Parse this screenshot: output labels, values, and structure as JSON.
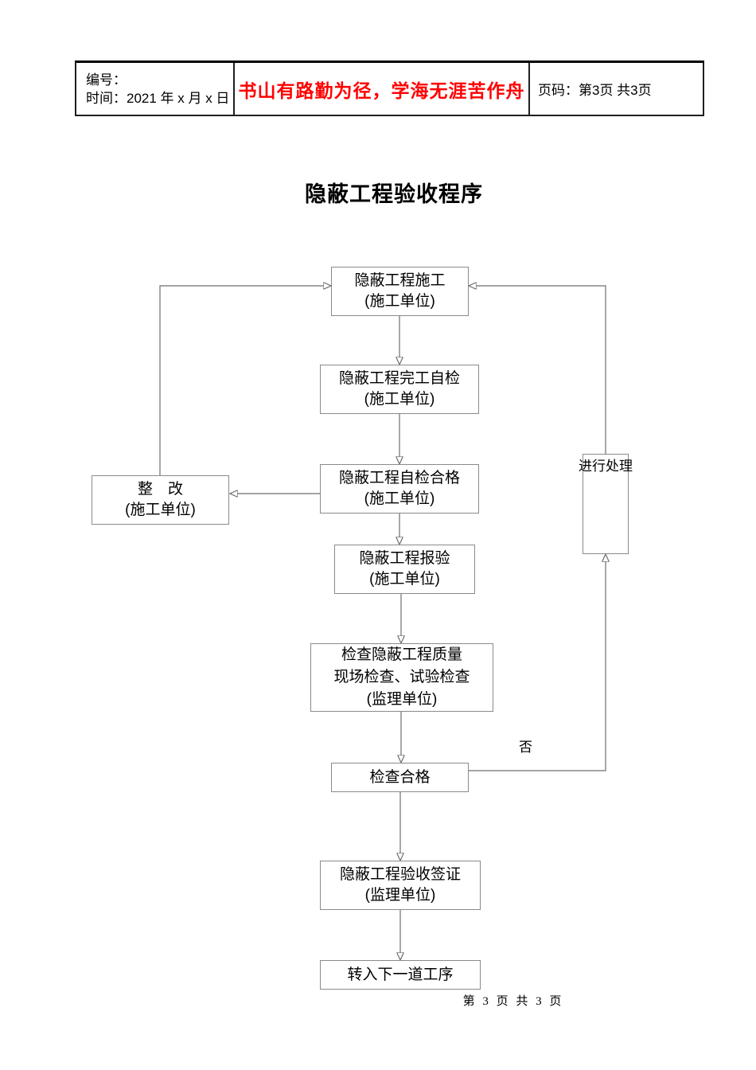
{
  "header_table": {
    "info_cell": {
      "line1": "编号：",
      "line2": "时间：2021 年 x 月 x 日"
    },
    "motto_cell": {
      "text": "书山有路勤为径，学海无涯苦作舟",
      "color": "#ff0000"
    },
    "page_cell": {
      "text": "页码：第3页 共3页"
    }
  },
  "document": {
    "title": "隐蔽工程验收程序",
    "footer_page_number": "第 3 页 共 3 页"
  },
  "flowchart": {
    "nodes": {
      "construction": {
        "line1": "隐蔽工程施工",
        "line2": "(施工单位)"
      },
      "completion_self_check": {
        "line1": "隐蔽工程完工自检",
        "line2": "(施工单位)"
      },
      "self_check_pass": {
        "line1": "隐蔽工程自检合格",
        "line2": "(施工单位)"
      },
      "rectification": {
        "line1": "整　改",
        "line2": "(施工单位)"
      },
      "inspection_report": {
        "line1": "隐蔽工程报验",
        "line2": "(施工单位)"
      },
      "quality_inspection": {
        "line1": "检查隐蔽工程质量",
        "line2": "现场检查、试验检查",
        "line3": "(监理单位)"
      },
      "inspection_pass": {
        "line1": "检查合格"
      },
      "acceptance_signature": {
        "line1": "隐蔽工程验收签证",
        "line2": "(监理单位)"
      },
      "next_process": {
        "line1": "转入下一道工序"
      },
      "handle_treatment": {
        "line1": "进行处理"
      }
    },
    "edge_labels": {
      "no": "否"
    },
    "colors": {
      "box_border": "#8a8a8a",
      "connector_line": "#6e6e6e",
      "arrowhead": "#000000"
    }
  }
}
